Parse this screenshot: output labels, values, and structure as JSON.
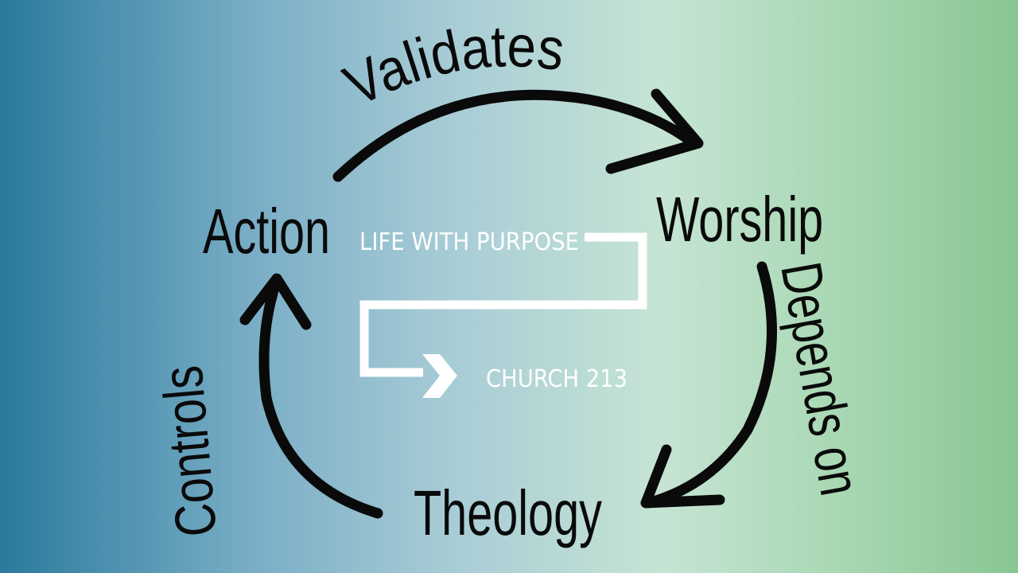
{
  "diagram": {
    "nodes": {
      "action": "Action",
      "worship": "Worship",
      "theology": "Theology"
    },
    "edges": {
      "validates": "Validates",
      "depends_on": "Depends on",
      "controls": "Controls"
    }
  },
  "logo": {
    "top": "LIFE WITH PURPOSE",
    "bottom": "CHURCH 213"
  },
  "colors": {
    "text": "#0a0a0a",
    "logo": "#ffffff",
    "left": "#2a7a9c",
    "right": "#88c694"
  }
}
